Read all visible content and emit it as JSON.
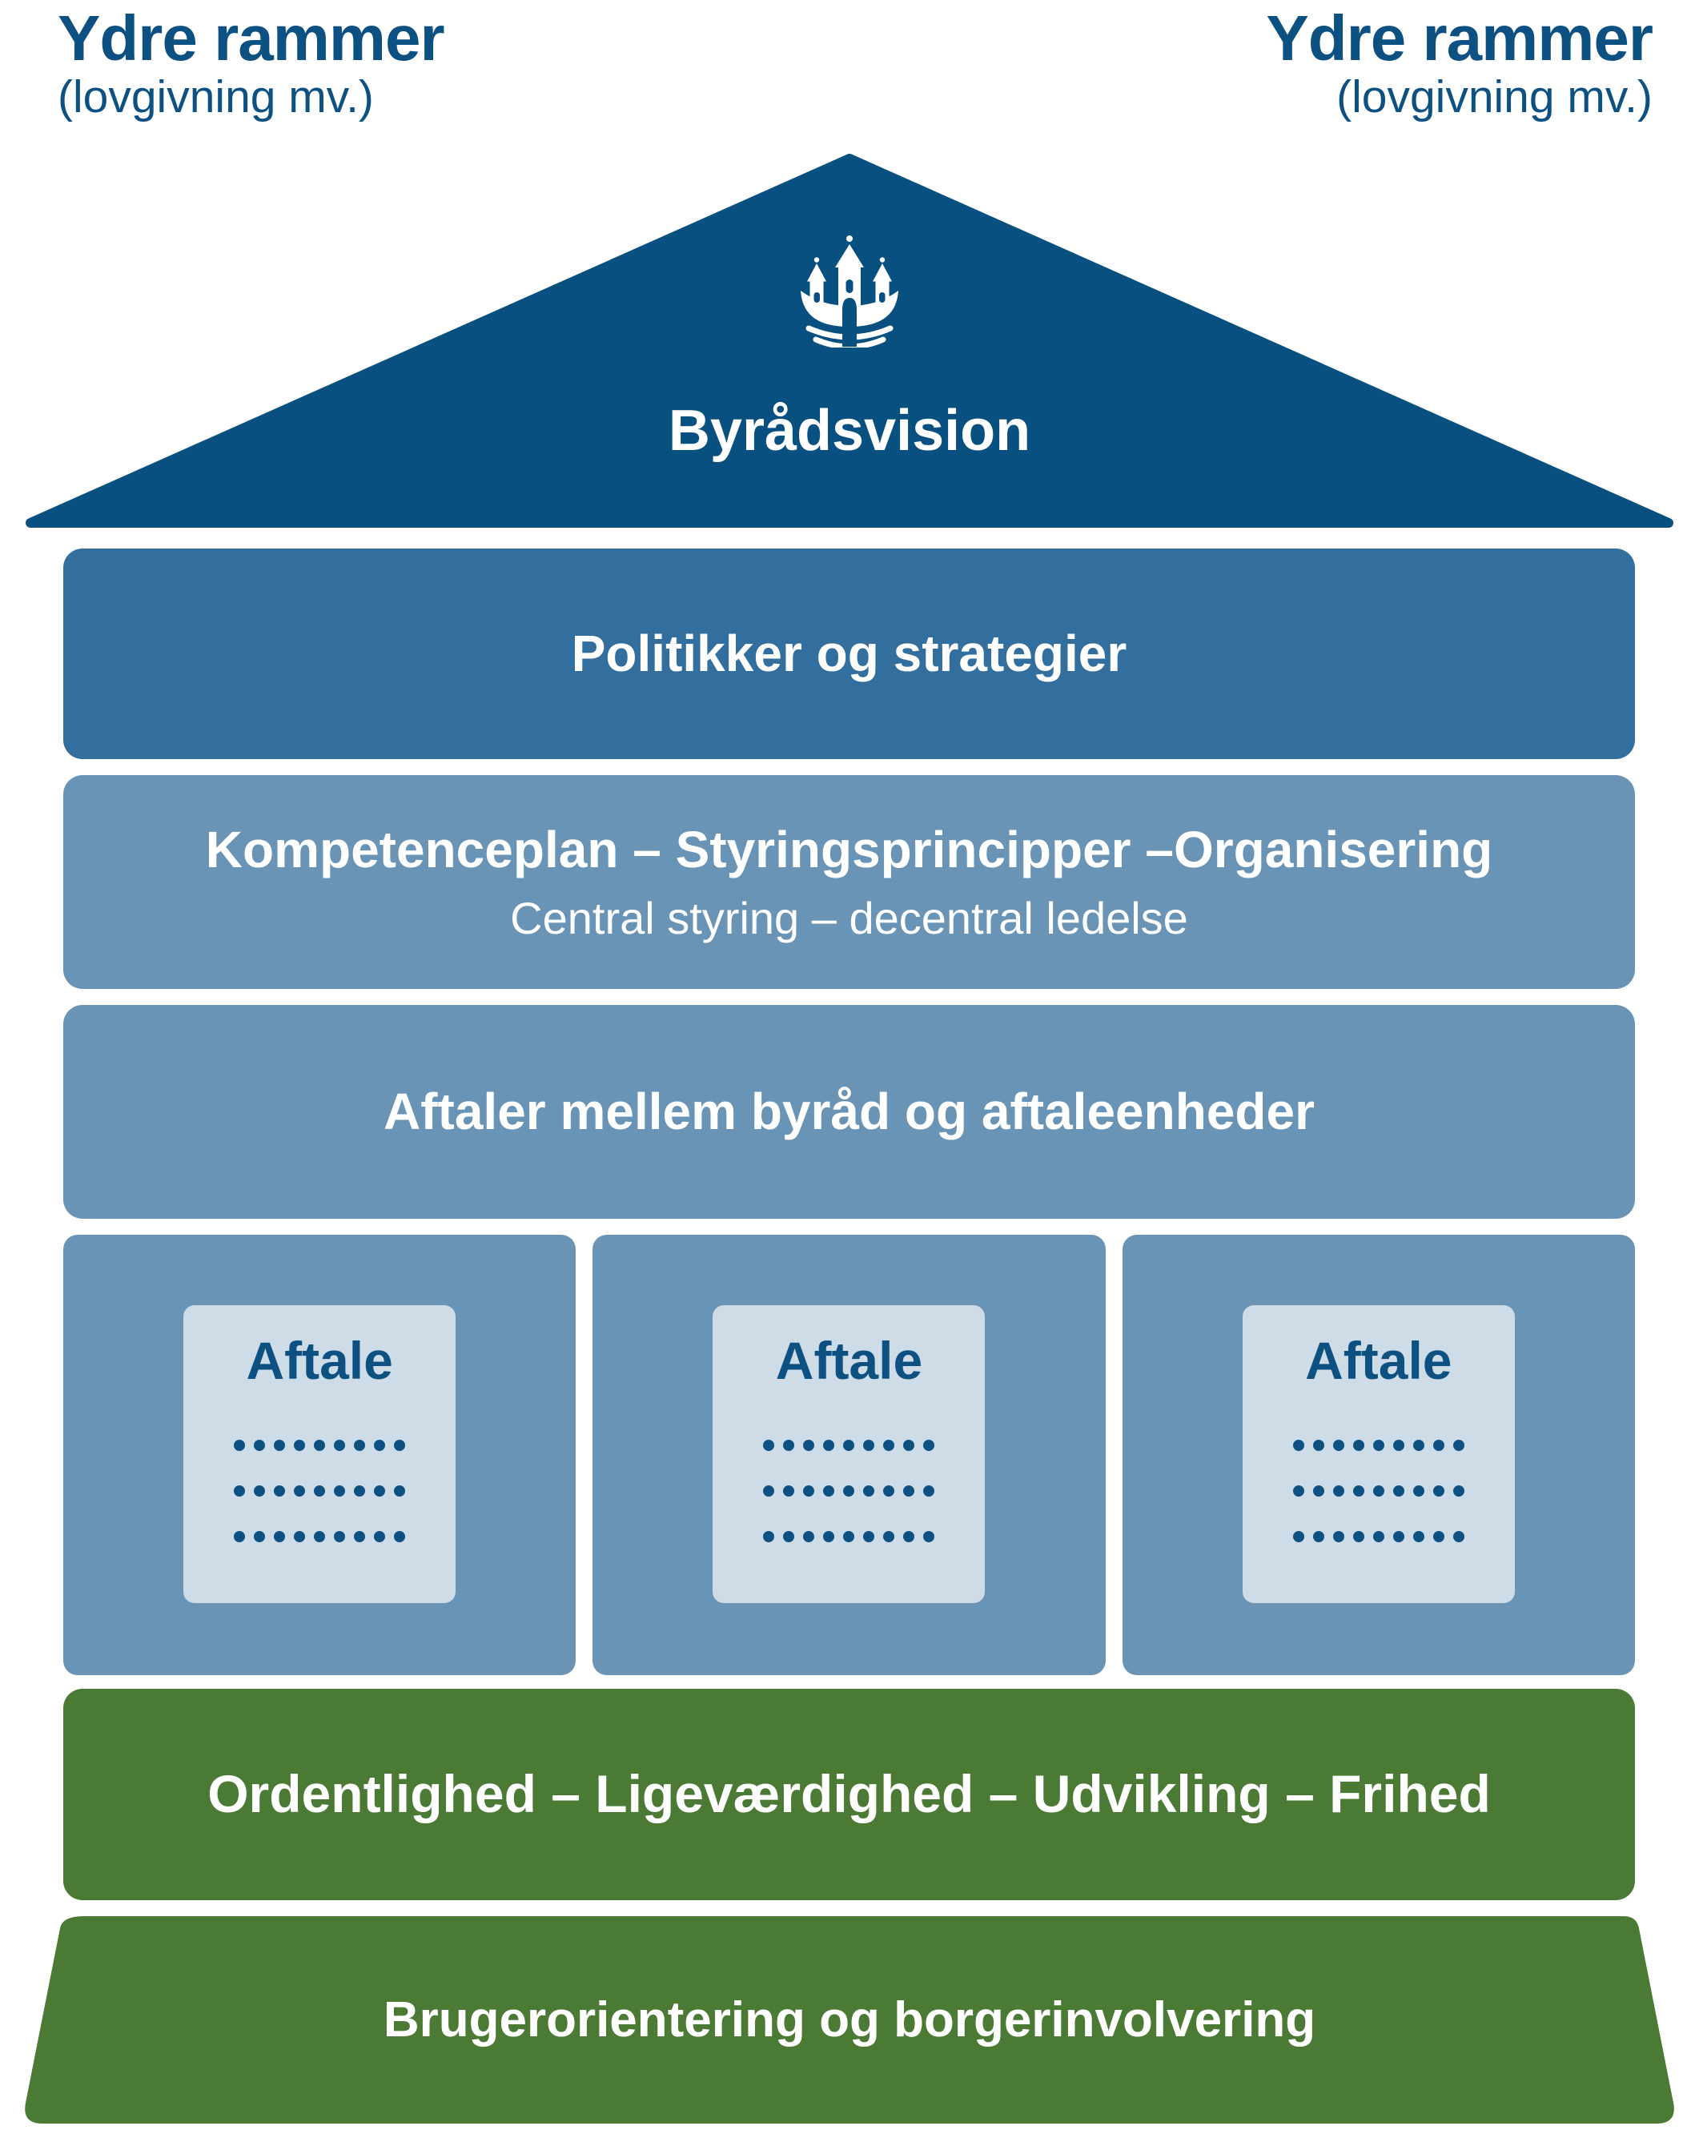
{
  "colors": {
    "roof_blue": "#07507F",
    "bar_dark_blue": "#336F9E",
    "bar_light_blue": "#6A94B5",
    "card_paper": "#CEDCE7",
    "accent_text_blue": "#0D5183",
    "value_green": "#4A7A34",
    "text_white": "#FFFFFF"
  },
  "outer_frame_left": {
    "title": "Ydre rammer",
    "subtitle": "(lovgivning mv.)"
  },
  "outer_frame_right": {
    "title": "Ydre rammer",
    "subtitle": "(lovgivning mv.)"
  },
  "roof": {
    "title": "Byrådsvision",
    "logo": "municipality-castle-logo"
  },
  "levels": {
    "policies": {
      "label": "Politikker og strategier"
    },
    "competence": {
      "label": "Kompetenceplan – Styringsprincipper –Organisering",
      "sublabel": "Central styring – decentral ledelse"
    },
    "agreements": {
      "label": "Aftaler mellem byråd og aftaleenheder"
    },
    "values": {
      "label": "Ordentlighed – Ligeværdighed – Udvikling – Frihed"
    },
    "foundation": {
      "label": "Brugerorientering og borgerinvolvering"
    }
  },
  "agreement_cards": {
    "cards": [
      {
        "label": "Aftale"
      },
      {
        "label": "Aftale"
      },
      {
        "label": "Aftale"
      }
    ],
    "dot_rows": 3,
    "dots_per_row": 9
  }
}
